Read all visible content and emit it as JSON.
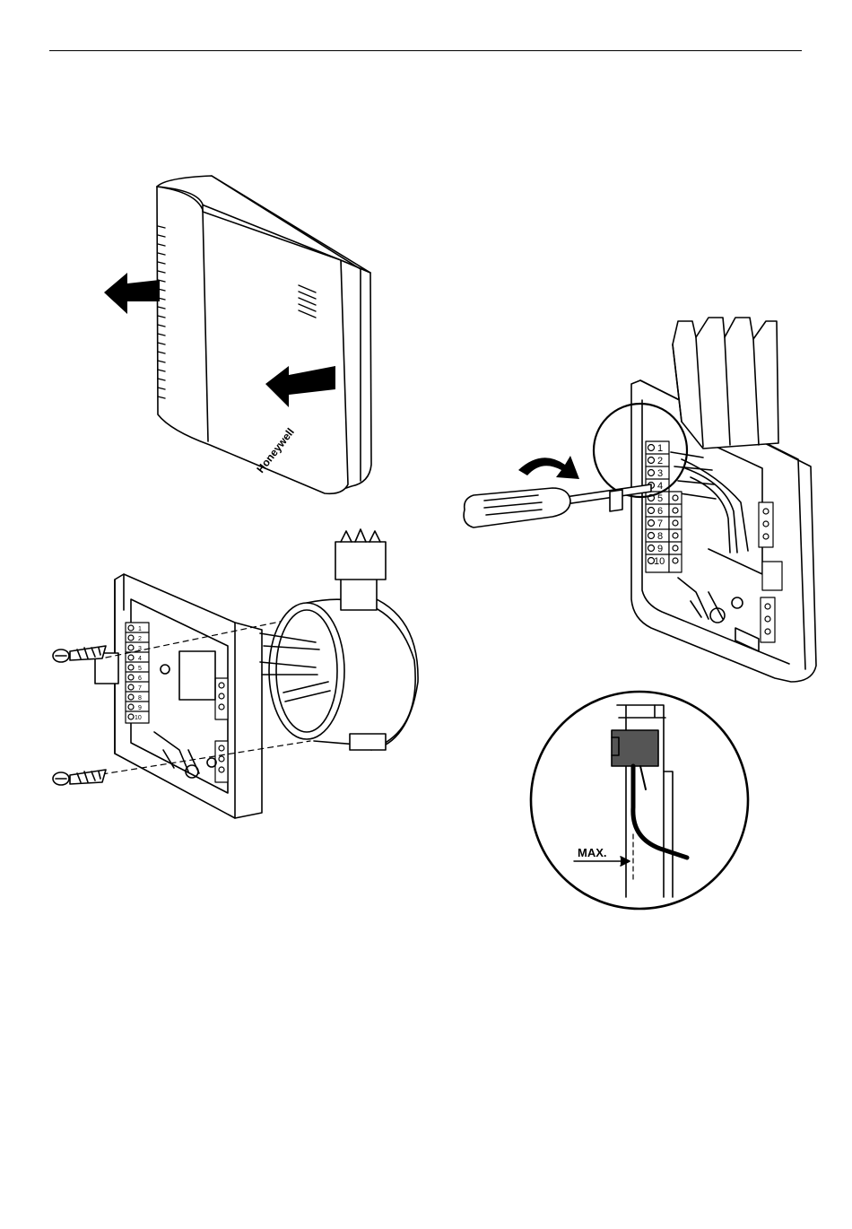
{
  "brand": {
    "name": "Honeywell"
  },
  "detail": {
    "label": "MAX."
  },
  "terminals": {
    "main": [
      "1",
      "2",
      "3",
      "4",
      "5",
      "6",
      "7",
      "8",
      "9",
      "10"
    ],
    "small": [
      "1",
      "2",
      "3",
      "4",
      "5",
      "6",
      "7",
      "8",
      "9",
      "10"
    ]
  },
  "colors": {
    "line": "#000000",
    "fill": "#ffffff",
    "insulation": "#555555"
  },
  "icons": [
    "left-arrow-icon",
    "rotate-arrow-icon",
    "screw-icon",
    "screwdriver-icon",
    "magnifier-circle-icon"
  ]
}
